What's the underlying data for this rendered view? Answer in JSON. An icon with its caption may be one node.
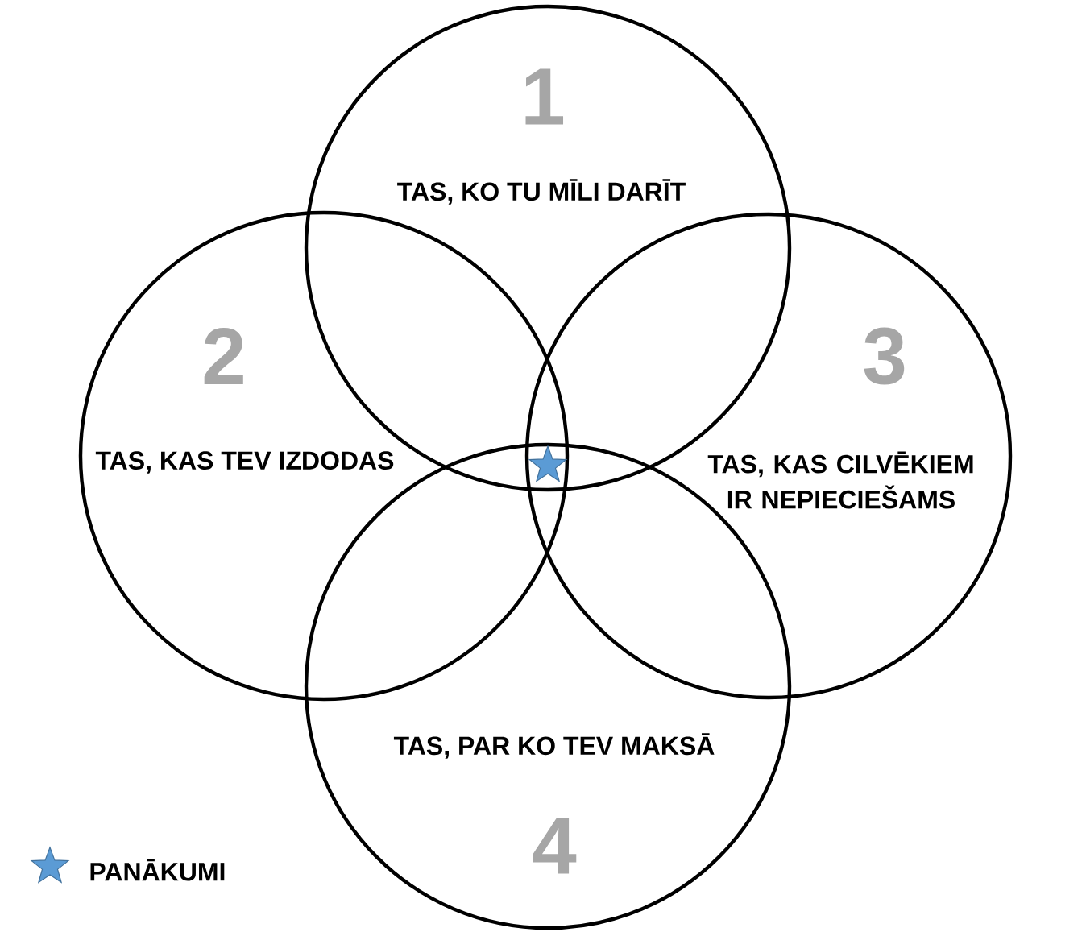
{
  "diagram": {
    "nodes": [
      {
        "text": [
          "1",
          "TAS, KO TU MĪLI DARĪT"
        ]
      },
      {
        "text": [
          "2",
          "TAS, KAS TEV IZDODAS"
        ]
      },
      {
        "text": [
          "3",
          "TAS, KAS CILVĒKIEM IR NEPIECIEŠAMS"
        ]
      },
      {
        "text": [
          "TAS, PAR KO TEV MAKSĀ",
          "4"
        ]
      }
    ],
    "legend": [
      {
        "text": "PANĀKUMI"
      }
    ]
  }
}
